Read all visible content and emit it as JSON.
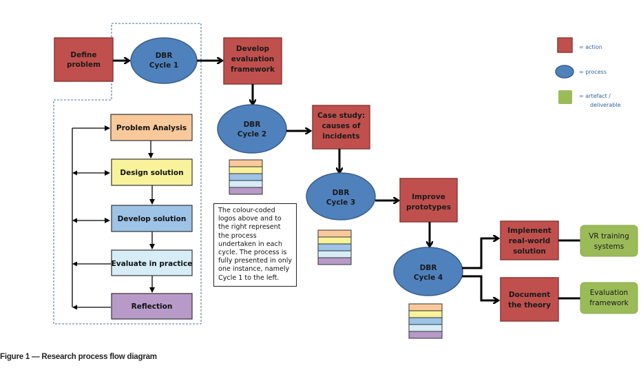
{
  "diagram": {
    "actions": {
      "define_problem": [
        "Define",
        "problem"
      ],
      "develop_eval": [
        "Develop",
        "evaluation",
        "framework"
      ],
      "case_study": [
        "Case study:",
        "causes of",
        "incidents"
      ],
      "improve": [
        "Improve",
        "prototypes"
      ],
      "implement": [
        "Implement",
        "real-world",
        "solution"
      ],
      "document": [
        "Document",
        "the theory"
      ]
    },
    "processes": {
      "cycle1": [
        "DBR",
        "Cycle 1"
      ],
      "cycle2": [
        "DBR",
        "Cycle 2"
      ],
      "cycle3": [
        "DBR",
        "Cycle 3"
      ],
      "cycle4": [
        "DBR",
        "Cycle 4"
      ]
    },
    "artefacts": {
      "vr": [
        "VR training",
        "systems"
      ],
      "eval_fw": [
        "Evaluation",
        "framework"
      ]
    },
    "cycle_steps": [
      {
        "label": "Problem Analysis",
        "color": "#f9c99b"
      },
      {
        "label": "Design solution",
        "color": "#f8f29a"
      },
      {
        "label": "Develop solution",
        "color": "#9dc3e6"
      },
      {
        "label": "Evaluate in practice",
        "color": "#d6ecf6"
      },
      {
        "label": "Reflection",
        "color": "#b79ac8"
      }
    ],
    "note": "The colour-coded logos above and to the right represent the process undertaken in each cycle. The process is fully presented in only one instance, namely Cycle 1 to the left.",
    "legend": {
      "action": "=   action",
      "process": "=   process",
      "artefact_line1": "=   artefact /",
      "artefact_line2": "deliverable"
    },
    "colors": {
      "action_fill": "#c0504d",
      "action_stroke": "#8c3836",
      "process_fill": "#4f81bd",
      "process_stroke": "#385d8a",
      "artefact_fill": "#9bbb59",
      "dashed": "#6b8cb8"
    }
  },
  "caption": "Figure 1 — Research process flow diagram"
}
